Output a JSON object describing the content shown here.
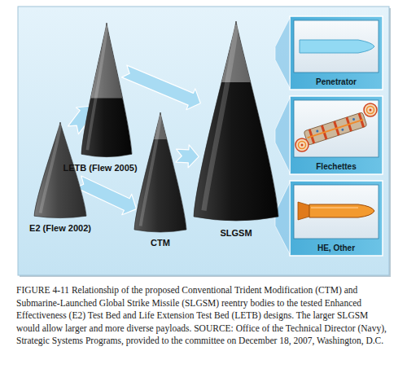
{
  "diagram": {
    "caption": "FIGURE 4-11 Relationship of the proposed Conventional Trident Modification (CTM) and Submarine-Launched Global Strike Missile (SLGSM) reentry bodies to the tested Enhanced Effectiveness (E2) Test Bed and Life Extension Test Bed (LETB) designs. The larger SLGSM would allow larger and more diverse payloads. SOURCE: Office of the Technical Director (Navy), Strategic Systems Programs, provided to the committee on December 18, 2007, Washington, D.C.",
    "nodes": [
      {
        "text": [
          "E2 (Flew 2002)"
        ]
      },
      {
        "text": [
          "LETB (Flew 2005)"
        ]
      },
      {
        "text": [
          "CTM"
        ]
      },
      {
        "text": [
          "SLGSM"
        ]
      },
      {
        "text": [
          "Penetrator"
        ]
      },
      {
        "text": [
          "Flechettes"
        ]
      },
      {
        "text": [
          "HE, Other"
        ]
      }
    ],
    "edges": [
      {
        "from": 0,
        "to": 1,
        "arrow": "to"
      },
      {
        "from": 0,
        "to": 2,
        "arrow": "to"
      },
      {
        "from": 1,
        "to": 3,
        "arrow": "to"
      },
      {
        "from": 2,
        "to": 3,
        "arrow": "to"
      },
      {
        "from": 3,
        "to": 4,
        "arrow": "none"
      },
      {
        "from": 3,
        "to": 5,
        "arrow": "none"
      },
      {
        "from": 3,
        "to": 6,
        "arrow": "none"
      }
    ]
  }
}
